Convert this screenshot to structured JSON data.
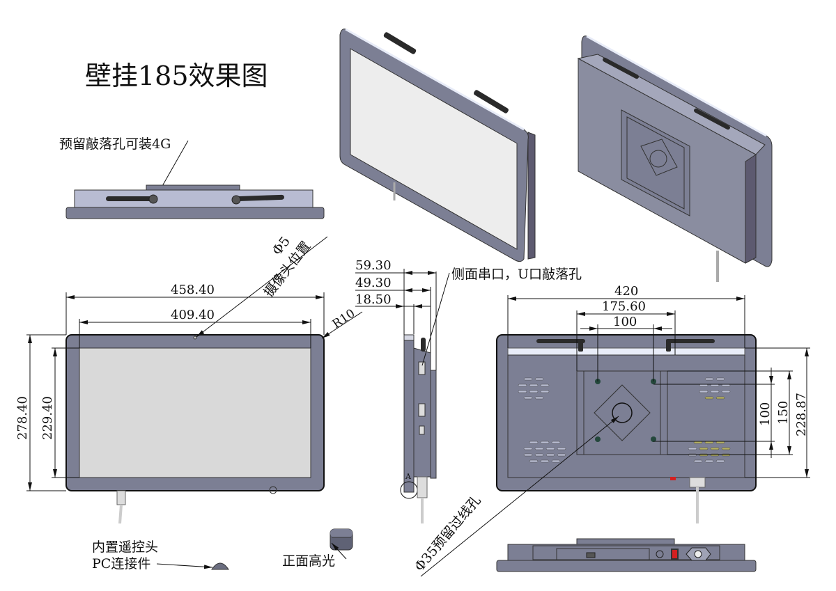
{
  "title": "壁挂185效果图",
  "colors": {
    "bezel": "#7c7f94",
    "bezel_dark": "#5f6275",
    "screen": "#d9d9d9",
    "screen_iso": "#ededed",
    "highlight": "#e8ecf8",
    "antenna": "#2a2a2a",
    "switch_red": "#d42020",
    "line": "#111111"
  },
  "callouts": {
    "antenna_knockout": "预留敲落孔可装4G",
    "camera_dia": "Φ5",
    "camera_position": "摄像头位置",
    "corner_radius": "R10",
    "side_ports": "侧面串口，U口敲落孔",
    "cable_hole": "Φ35预留过线孔",
    "remote_receiver_line1": "内置遥控头",
    "remote_receiver_line2": "PC连接件",
    "front_gloss": "正面高光",
    "detail_marker": "A"
  },
  "front_view": {
    "overall_width": "458.40",
    "screen_width": "409.40",
    "overall_height": "278.40",
    "screen_height": "229.40"
  },
  "side_view": {
    "depth_total": "59.30",
    "depth_body": "49.30",
    "depth_front": "18.50"
  },
  "back_view": {
    "width": "420",
    "bracket_width": "175.60",
    "vesa_horizontal": "100",
    "vesa_vertical": "100",
    "bracket_height": "150",
    "height": "228.87"
  }
}
